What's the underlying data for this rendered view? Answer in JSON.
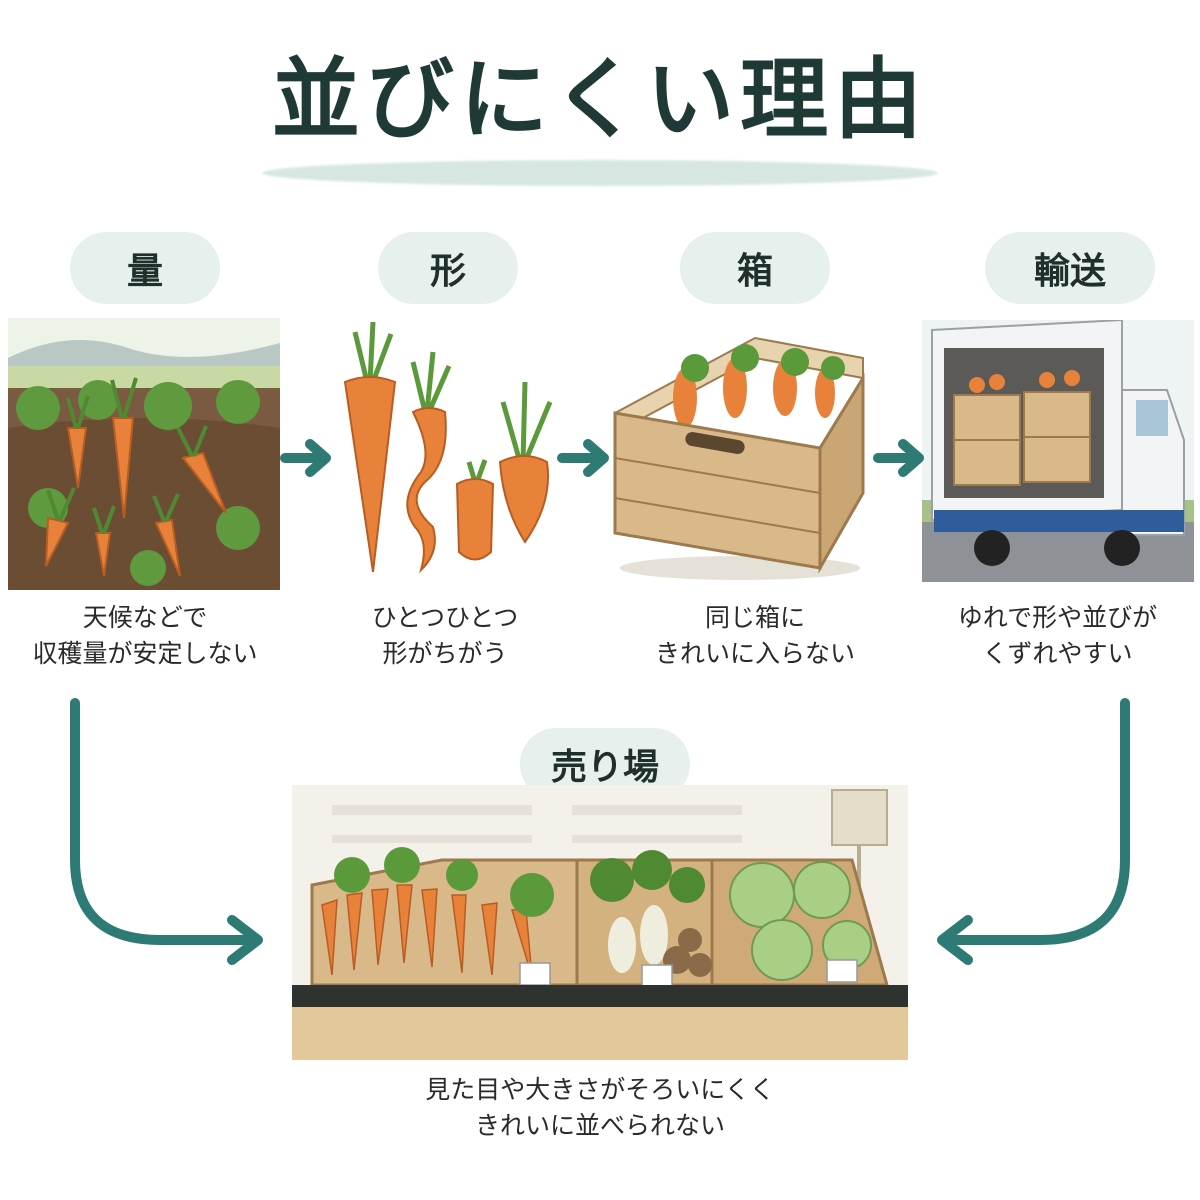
{
  "title": "並びにくい理由",
  "colors": {
    "accent": "#2e7a75",
    "blob": "#e6f0ec",
    "carrot": "#e8823a",
    "wood": "#d9b98a"
  },
  "steps": [
    {
      "label": "量",
      "caption_lines": [
        "天候などで",
        "収穫量が安定しない"
      ],
      "icon": "carrot-field-illustration"
    },
    {
      "label": "形",
      "caption_lines": [
        "ひとつひとつ",
        "形がちがう"
      ],
      "icon": "misshapen-carrots-illustration"
    },
    {
      "label": "箱",
      "caption_lines": [
        "同じ箱に",
        "きれいに入らない"
      ],
      "icon": "wooden-crate-illustration"
    },
    {
      "label": "輸送",
      "caption_lines": [
        "ゆれで形や並びが",
        "くずれやすい"
      ],
      "icon": "delivery-truck-illustration"
    }
  ],
  "store": {
    "label": "売り場",
    "caption_lines": [
      "見た目や大きさがそろいにくく",
      "きれいに並べられない"
    ],
    "icon": "produce-display-illustration"
  }
}
